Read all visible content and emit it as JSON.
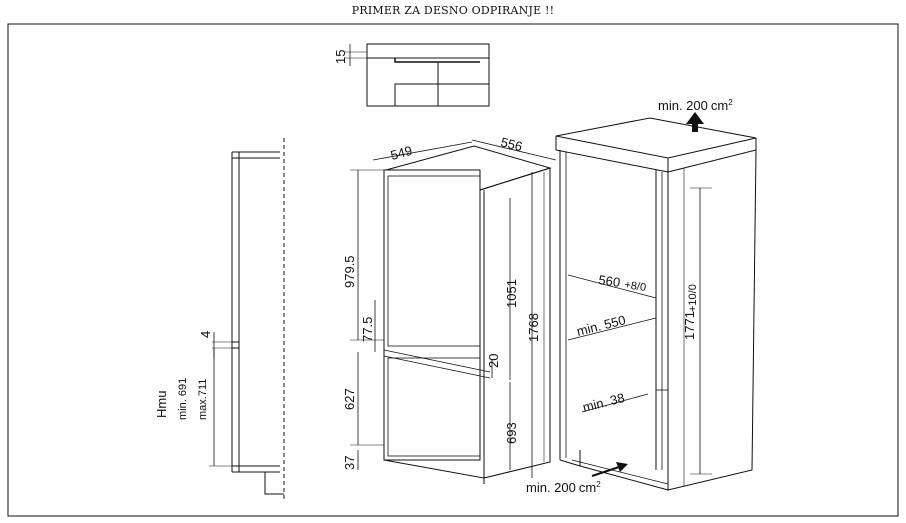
{
  "title": "PRIMER ZA DESNO ODPIRANJE !!",
  "dimensions": {
    "top_gap": "15",
    "side_gap": "4",
    "hmu": "Hmu",
    "hmu_min": "min. 691",
    "hmu_max": "max.711",
    "fridge_depth": "549",
    "fridge_width": "556",
    "upper_door_height": "979.5",
    "gap_77": "77.5",
    "upper_section": "1051",
    "total_height": "1768",
    "door_gap": "20",
    "lower_door_height": "627",
    "lower_section": "693",
    "base_height": "37",
    "niche_width": "560",
    "niche_width_tol": "+8/0",
    "niche_depth": "min. 550",
    "niche_height": "1771",
    "niche_height_tol": "+10/0",
    "back_gap": "min. 38",
    "vent_top": "min. 200",
    "vent_bottom": "min. 200",
    "vent_unit": "cm"
  }
}
